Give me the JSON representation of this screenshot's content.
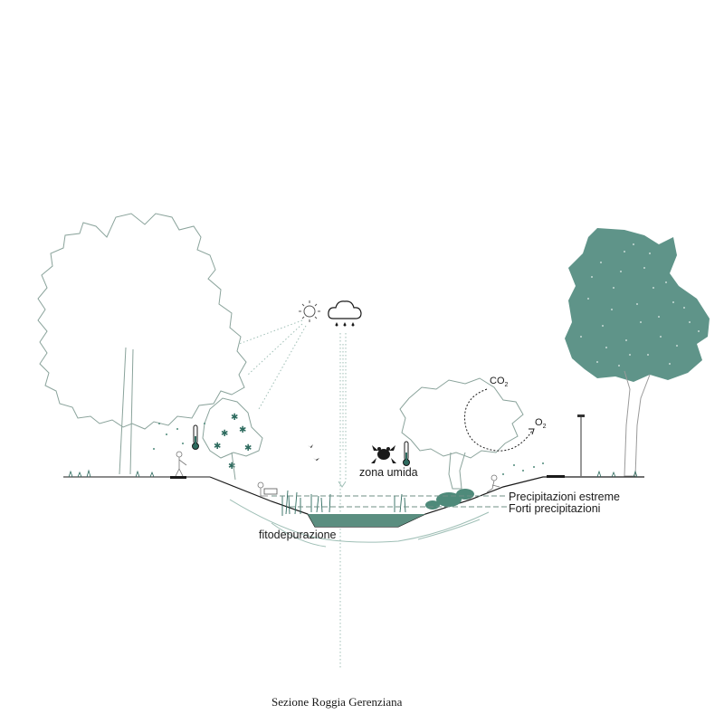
{
  "labels": {
    "zona_umida": "zona umida",
    "precipitazioni_estreme": "Precipitazioni estreme",
    "forti_precipitazioni": "Forti precipitazioni",
    "fitodepurazione": "fitodepurazione",
    "co2_main": "CO",
    "co2_sub": "2",
    "o2_main": "O",
    "o2_sub": "2"
  },
  "caption": "Sezione Roggia Gerenziana",
  "colors": {
    "accent_green": "#4e8a7a",
    "foliage_green": "#5f9489",
    "water": "#5b8e80",
    "line_dark": "#1a1a1a",
    "line_light": "#9fbfb6",
    "outline_grey": "#8aa39b"
  },
  "icons": [
    "sun-icon",
    "cloud-rain-icon",
    "thermometer-icon",
    "frog-icon",
    "bird-icon",
    "street-lamp-icon"
  ]
}
